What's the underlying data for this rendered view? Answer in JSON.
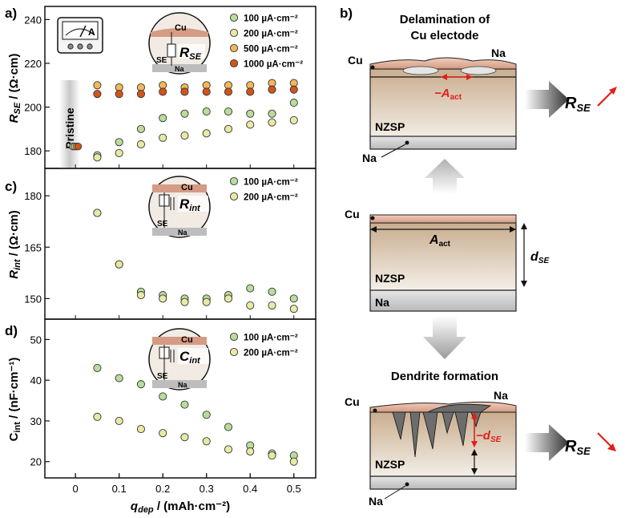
{
  "figure": {
    "panel_labels": {
      "a": "a)",
      "b": "b)",
      "c": "c)",
      "d": "d)"
    },
    "colors": {
      "c100": "#b9dc9a",
      "c200": "#e8e9a4",
      "c500": "#f2b85a",
      "c1000": "#d2541a",
      "cu": "#e7b7a3",
      "nzsp": "#d8c6ae",
      "na": "#d9d9d9",
      "red": "#e0201a"
    },
    "schematic": {
      "top_title_1": "Delamination of",
      "top_title_2": "Cu electode",
      "cu": "Cu",
      "na": "Na",
      "nzsp": "NZSP",
      "a_act_delta": "−A",
      "a_act_delta_sub": "act",
      "a_act": "A",
      "a_act_sub": "act",
      "d_se": "d",
      "d_se_sub": "SE",
      "d_se_delta": "−d",
      "d_se_delta_sub": "SE",
      "r_se": "R",
      "r_se_sub": "SE",
      "bottom_title": "Dendrite formation"
    }
  },
  "chart_data": [
    {
      "type": "scatter",
      "panel": "a",
      "ylabel_main": "R",
      "ylabel_sub": "SE",
      "ylabel_rest": " / (Ω·cm)",
      "ylim": [
        172,
        246
      ],
      "yticks": [
        180,
        200,
        220,
        240
      ],
      "xlim": [
        -0.07,
        0.55
      ],
      "annotation": "Pristine",
      "inset_labels": {
        "cu": "Cu",
        "se": "SE",
        "na": "Na",
        "r": "R",
        "r_sub": "SE"
      },
      "meter_label": "A",
      "legend": [
        "100 µA·cm⁻²",
        "200 µA·cm⁻²",
        "500 µA·cm⁻²",
        "1000 µA·cm⁻²"
      ],
      "x": [
        0.05,
        0.1,
        0.15,
        0.2,
        0.25,
        0.3,
        0.35,
        0.4,
        0.45,
        0.5
      ],
      "pristine": {
        "x": 0,
        "values": [
          182,
          182,
          182,
          182
        ]
      },
      "series": [
        {
          "name": "100 µA·cm⁻²",
          "color_key": "c100",
          "values": [
            178,
            184,
            190,
            195,
            197,
            198,
            198,
            197,
            197,
            202
          ]
        },
        {
          "name": "200 µA·cm⁻²",
          "color_key": "c200",
          "values": [
            177,
            179,
            183,
            186,
            187,
            188,
            190,
            192,
            193,
            194
          ]
        },
        {
          "name": "500 µA·cm⁻²",
          "color_key": "c500",
          "values": [
            210,
            209,
            209,
            210,
            209,
            210,
            210,
            210,
            211,
            211
          ]
        },
        {
          "name": "1000 µA·cm⁻²",
          "color_key": "c1000",
          "values": [
            206,
            206,
            206,
            207,
            207,
            207,
            207,
            207,
            208,
            208
          ]
        }
      ]
    },
    {
      "type": "scatter",
      "panel": "c",
      "ylabel_main": "R",
      "ylabel_sub": "int",
      "ylabel_rest": " / (Ω·cm)",
      "ylim": [
        144,
        188
      ],
      "yticks": [
        150,
        165,
        180
      ],
      "xlim": [
        -0.07,
        0.55
      ],
      "inset_labels": {
        "cu": "Cu",
        "se": "SE",
        "na": "Na",
        "r": "R",
        "r_sub": "int"
      },
      "legend": [
        "100 µA·cm⁻²",
        "200 µA·cm⁻²"
      ],
      "x": [
        0.05,
        0.1,
        0.15,
        0.2,
        0.25,
        0.3,
        0.35,
        0.4,
        0.45,
        0.5
      ],
      "series": [
        {
          "name": "100 µA·cm⁻²",
          "color_key": "c100",
          "values": [
            175,
            160,
            152,
            151,
            150,
            150,
            151,
            153,
            152,
            150
          ]
        },
        {
          "name": "200 µA·cm⁻²",
          "color_key": "c200",
          "values": [
            175,
            160,
            151,
            150,
            149,
            149,
            150,
            148,
            148,
            147
          ]
        }
      ]
    },
    {
      "type": "scatter",
      "panel": "d",
      "ylabel_main": "C",
      "ylabel_sub": "int",
      "ylabel_rest": " / (nF·cm⁻¹)",
      "ylim": [
        16,
        55
      ],
      "yticks": [
        20,
        30,
        40,
        50
      ],
      "xlim": [
        -0.07,
        0.55
      ],
      "xticks": [
        0,
        0.1,
        0.2,
        0.3,
        0.4,
        0.5
      ],
      "xlabel_main": "q",
      "xlabel_sub": "dep",
      "xlabel_rest": " / (mAh·cm⁻²)",
      "inset_labels": {
        "cu": "Cu",
        "se": "SE",
        "na": "Na",
        "r": "C",
        "r_sub": "int"
      },
      "legend": [
        "100 µA·cm⁻²",
        "200 µA·cm⁻²"
      ],
      "x": [
        0.05,
        0.1,
        0.15,
        0.2,
        0.25,
        0.3,
        0.35,
        0.4,
        0.45,
        0.5
      ],
      "series": [
        {
          "name": "100 µA·cm⁻²",
          "color_key": "c100",
          "values": [
            43,
            40.5,
            39,
            36,
            34,
            31.5,
            28.5,
            24,
            22,
            21.5
          ]
        },
        {
          "name": "200 µA·cm⁻²",
          "color_key": "c200",
          "values": [
            31,
            30,
            28,
            27,
            26,
            25,
            23,
            22.5,
            21.5,
            20
          ]
        }
      ]
    }
  ]
}
